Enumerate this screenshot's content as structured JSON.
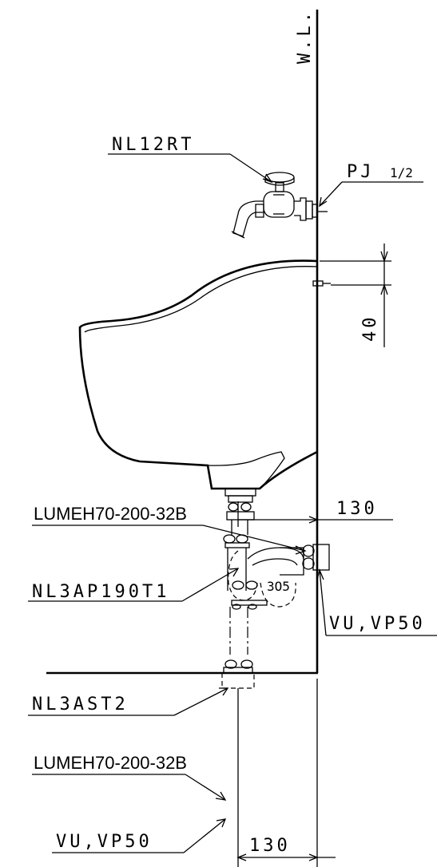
{
  "labels": {
    "wl": "W.L.",
    "faucet": "NL12RT",
    "supply": "PJ",
    "supply_fraction": "1/2",
    "dim_40": "40",
    "elbow_top": "LUMEH70-200-32B",
    "dim_130_wall": "130",
    "trap": "NL3AP190T1",
    "drain_wall": "VU,VP50",
    "tube": "NL3AST2",
    "elbow_bottom": "LUMEH70-200-32B",
    "drain_floor": "VU,VP50",
    "dim_130_floor": "130"
  }
}
